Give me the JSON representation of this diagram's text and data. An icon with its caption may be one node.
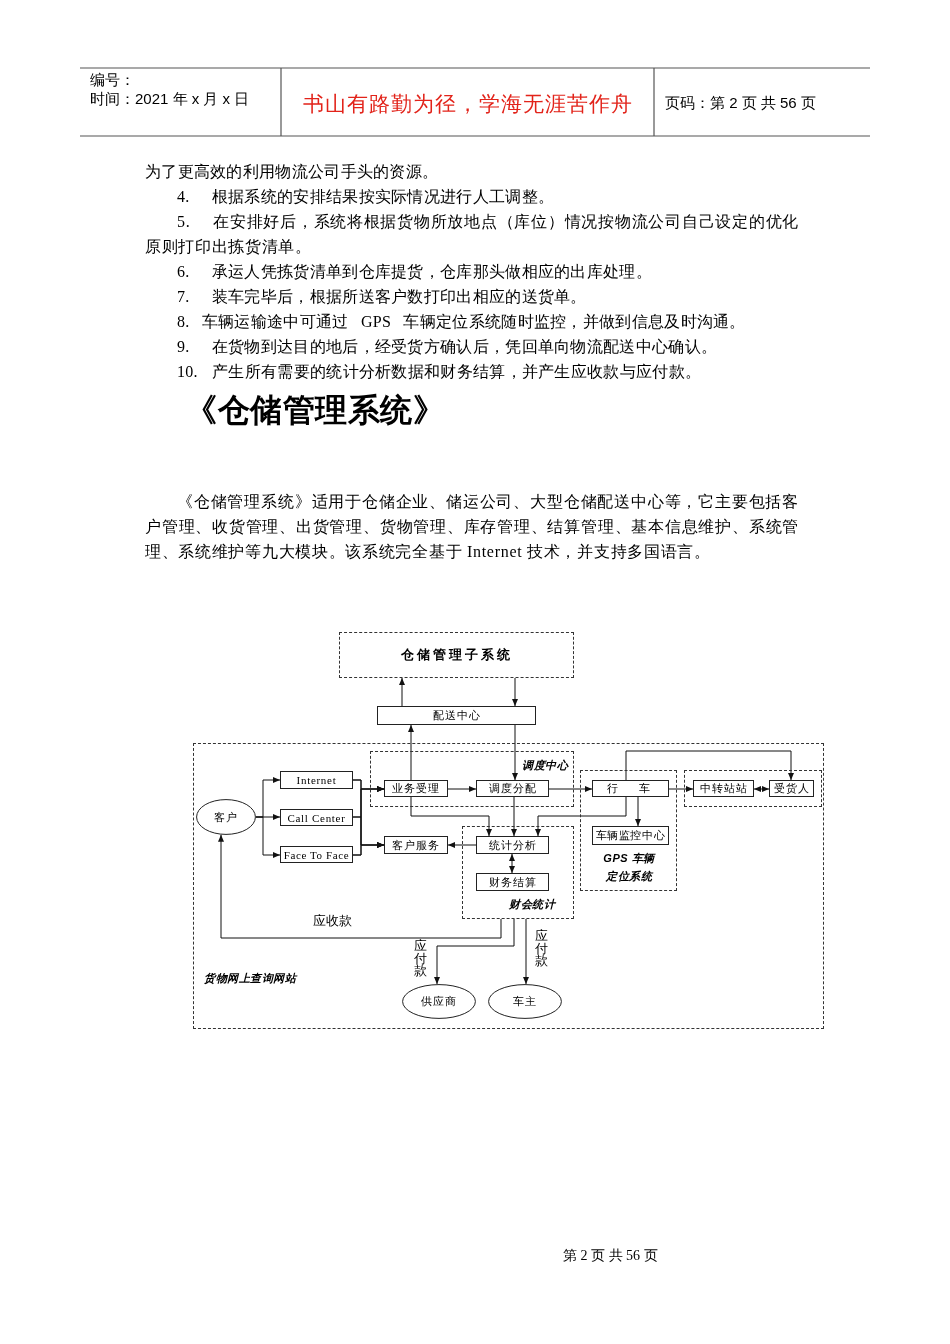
{
  "diagram": {
    "title": "《仓储管理系统》",
    "nodes": [
      {
        "text": [
          "仓储管理子系统"
        ]
      },
      {
        "text": [
          "配送中心"
        ]
      },
      {
        "text": [
          "货物网上查询网站"
        ]
      },
      {
        "text": [
          "客户"
        ],
        "in": 2
      },
      {
        "text": [
          "Internet"
        ],
        "in": 2
      },
      {
        "text": [
          "Call Center"
        ],
        "in": 2
      },
      {
        "text": [
          "Face To Face"
        ],
        "in": 2
      },
      {
        "text": [
          "调度中心"
        ],
        "in": 2
      },
      {
        "text": [
          "业务受理"
        ],
        "in": 7
      },
      {
        "text": [
          "调度分配"
        ],
        "in": 7
      },
      {
        "text": [
          "GPS 车辆定位系统"
        ],
        "in": 2
      },
      {
        "text": [
          "行　车"
        ],
        "in": 10
      },
      {
        "text": [
          "车辆监控中心"
        ],
        "in": 10
      },
      {
        "text": [],
        "shape": "box",
        "in": 2
      },
      {
        "text": [
          "中转站站"
        ],
        "in": 13
      },
      {
        "text": [
          "受货人"
        ],
        "in": 13
      },
      {
        "text": [
          "客户服务"
        ],
        "in": 2
      },
      {
        "text": [
          "财会统计"
        ],
        "in": 2
      },
      {
        "text": [
          "统计分析"
        ],
        "in": 17
      },
      {
        "text": [
          "财务结算"
        ],
        "in": 17
      },
      {
        "text": [
          "供应商"
        ],
        "in": 2
      },
      {
        "text": [
          "车主"
        ],
        "in": 2
      }
    ],
    "edges": [
      {
        "from": 1,
        "to": 0,
        "arrow": "to"
      },
      {
        "from": 0,
        "to": 1,
        "arrow": "to"
      },
      {
        "from": 8,
        "to": 1,
        "arrow": "to"
      },
      {
        "from": 1,
        "to": 9,
        "arrow": "to"
      },
      {
        "from": 3,
        "to": 4,
        "arrow": "to"
      },
      {
        "from": 3,
        "to": 5,
        "arrow": "to"
      },
      {
        "from": 3,
        "to": 6,
        "arrow": "to"
      },
      {
        "from": 4,
        "to": 8,
        "arrow": "to"
      },
      {
        "from": 5,
        "to": 8,
        "arrow": "to"
      },
      {
        "from": 6,
        "to": 8,
        "arrow": "to"
      },
      {
        "from": 4,
        "to": 16,
        "arrow": "to"
      },
      {
        "from": 5,
        "to": 16,
        "arrow": "to"
      },
      {
        "from": 6,
        "to": 16,
        "arrow": "to"
      },
      {
        "from": 8,
        "to": 9,
        "arrow": "to"
      },
      {
        "from": 9,
        "to": 11,
        "arrow": "to"
      },
      {
        "from": 11,
        "to": 14,
        "arrow": "to"
      },
      {
        "from": 14,
        "to": 15,
        "arrow": "both"
      },
      {
        "from": 11,
        "to": 15,
        "arrow": "to"
      },
      {
        "from": 11,
        "to": 12,
        "arrow": "to"
      },
      {
        "from": 8,
        "to": 18,
        "arrow": "to"
      },
      {
        "from": 9,
        "to": 18,
        "arrow": "to"
      },
      {
        "from": 11,
        "to": 18,
        "arrow": "to"
      },
      {
        "from": 18,
        "to": 16,
        "arrow": "to"
      },
      {
        "from": 18,
        "to": 19,
        "arrow": "both"
      },
      {
        "from": 17,
        "to": 3,
        "arrow": "to",
        "label": "应收款"
      },
      {
        "from": 17,
        "to": 20,
        "arrow": "to",
        "label": "应付款"
      },
      {
        "from": 17,
        "to": 21,
        "arrow": "to",
        "label": "应付款"
      }
    ],
    "labels": [
      "编号：",
      "时间：2021 年 x 月 x 日",
      "书山有路勤为径，学海无涯苦作舟",
      "页码：第 2 页 共 56 页",
      "为了更高效的利用物流公司手头的资源。",
      "4. 根据系统的安排结果按实际情况进行人工调整。",
      "5. 在安排好后，系统将根据货物所放地点（库位）情况按物流公司自己设定的优化原则打印出拣货清单。",
      "6. 承运人凭拣货清单到仓库提货，仓库那头做相应的出库处理。",
      "7. 装车完毕后，根据所送客户数打印出相应的送货单。",
      "8. 车辆运输途中可通过 GPS 车辆定位系统随时监控，并做到信息及时沟通。",
      "9. 在货物到达目的地后，经受货方确认后，凭回单向物流配送中心确认。",
      "10. 产生所有需要的统计分析数据和财务结算，并产生应收款与应付款。",
      "《仓储管理系统》适用于仓储企业、储运公司、大型仓储配送中心等，它主要包括客户管理、收货管理、出货管理、货物管理、库存管理、结算管理、基本信息维护、系统管理、系统维护等九大模块。该系统完全基于 Internet 技术，并支持多国语言。",
      "第 2 页 共 56 页"
    ]
  }
}
